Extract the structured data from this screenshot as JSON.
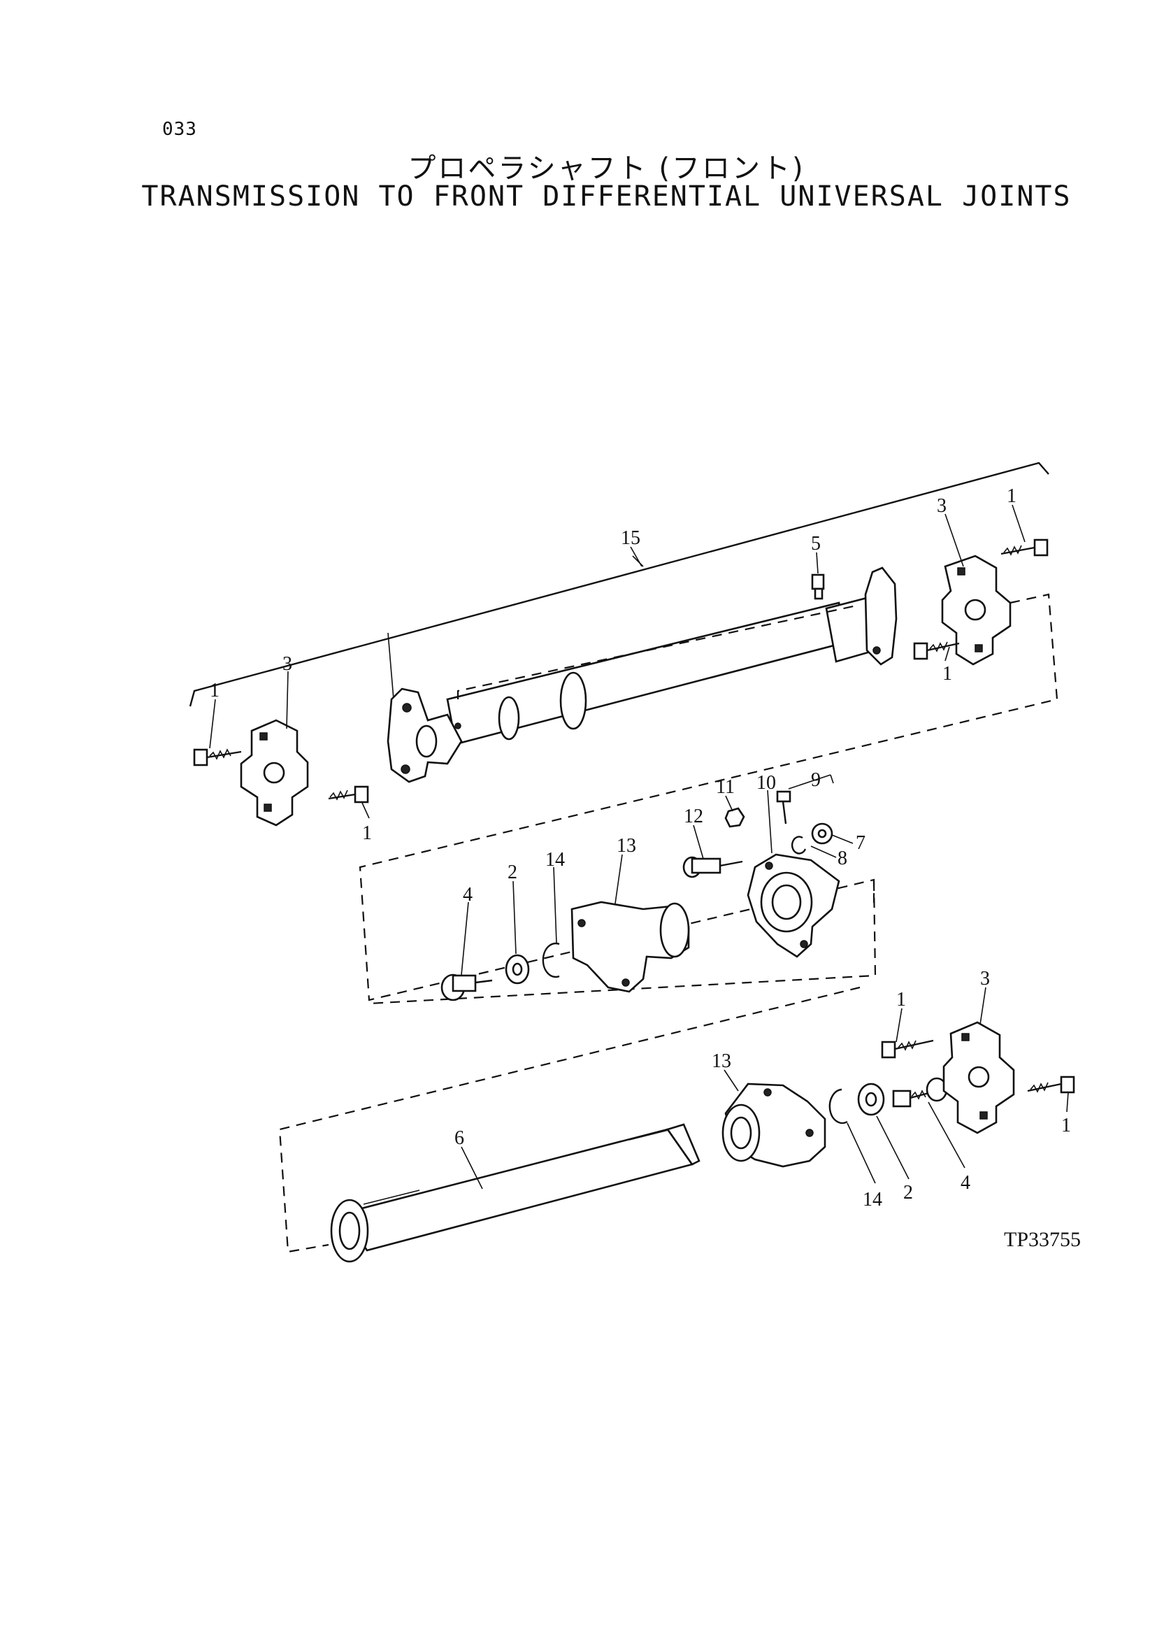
{
  "page_number": "033",
  "title_jp": "プロペラシャフト (フロント)",
  "title_en": "TRANSMISSION TO FRONT DIFFERENTIAL UNIVERSAL JOINTS",
  "reference": "TP33755",
  "callouts": {
    "c15": "15",
    "c5": "5",
    "c3_tr": "3",
    "c1_tr": "1",
    "c1_tr2": "1",
    "c3_tl": "3",
    "c1_tl": "1",
    "c1_tl2": "1",
    "c10": "10",
    "c9": "9",
    "c11": "11",
    "c12": "12",
    "c7": "7",
    "c8": "8",
    "c4_m": "4",
    "c2_m": "2",
    "c14_m": "14",
    "c13_m": "13",
    "c3_br": "3",
    "c1_br": "1",
    "c1_br2": "1",
    "c13_b": "13",
    "c6": "6",
    "c14_b": "14",
    "c2_b": "2",
    "c4_b": "4"
  }
}
